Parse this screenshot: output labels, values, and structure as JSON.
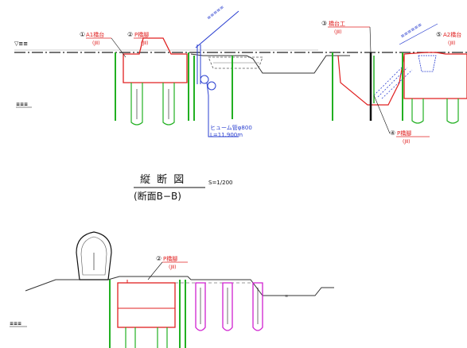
{
  "top_section": {
    "ground_label": "▽≡≡",
    "level_label": "≡≡≡",
    "callouts": [
      {
        "number": "①",
        "title": "A1橋台",
        "sub": "(JⅡ)"
      },
      {
        "number": "②",
        "title": "P橋腳",
        "sub": "(JⅡ)"
      },
      {
        "number": "③",
        "title": "橋台工",
        "sub": "(JⅡ)"
      },
      {
        "number": "④",
        "title": "P橋腳",
        "sub": "(JⅡ)"
      },
      {
        "number": "⑤",
        "title": "A2橋台",
        "sub": "(JⅡ)"
      }
    ],
    "blue_notes": [
      "≡≡≡≡≡",
      "≡≡≡≡≡≡"
    ],
    "pipe_note": [
      "ヒューム管φ800",
      "L=11.900m"
    ]
  },
  "section_title": {
    "title": "縦 断 図",
    "subtitle": "(断面B−B)",
    "scale": "S=1/200"
  },
  "bottom_section": {
    "level_label": "≡≡≡",
    "callout": {
      "number": "②",
      "title": "P橋腳",
      "sub": "(JⅡ)"
    },
    "small_text": "≡"
  }
}
